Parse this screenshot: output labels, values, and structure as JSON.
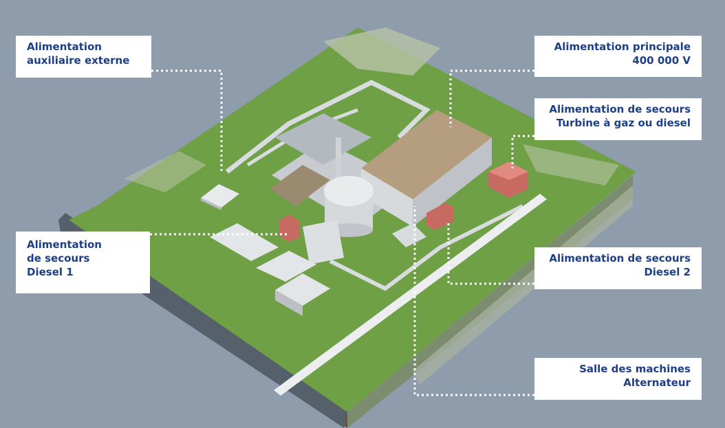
{
  "labels": {
    "aux_external": {
      "line1": "Alimentation",
      "line2": "auxiliaire externe"
    },
    "main_power": {
      "line1": "Alimentation principale",
      "line2": "400 000 V"
    },
    "backup_turbine": {
      "line1": "Alimentation de secours",
      "line2": "Turbine à gaz ou diesel"
    },
    "backup_diesel1": {
      "line1": "Alimentation",
      "line2": "de secours",
      "line3": "Diesel 1"
    },
    "backup_diesel2": {
      "line1": "Alimentation de secours",
      "line2": "Diesel 2"
    },
    "machine_hall": {
      "line1": "Salle des machines",
      "line2": "Alternateur"
    }
  },
  "colors": {
    "background": "#8e9cab",
    "callout_text": "#1c3f86",
    "grass": "#6fa046",
    "water": "#55606a",
    "soil": "#6a4f3e",
    "diesel_building": "#c76a62",
    "leader_line": "#ffffff"
  }
}
